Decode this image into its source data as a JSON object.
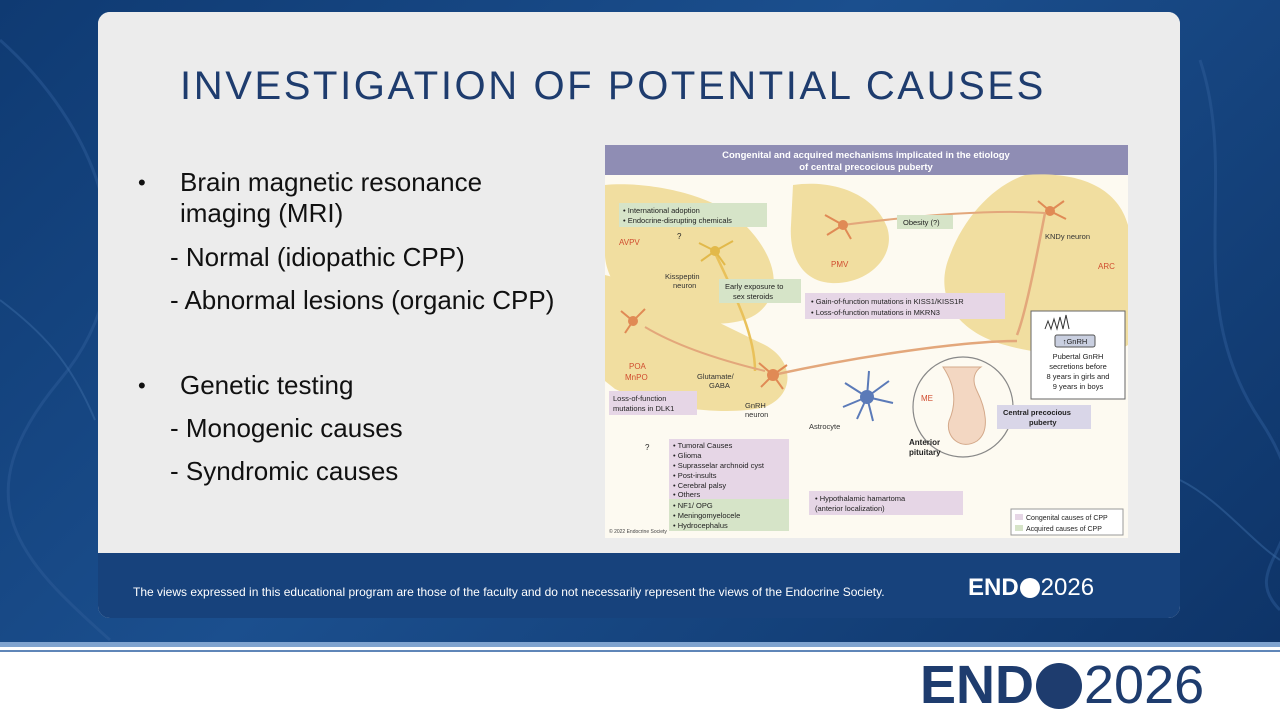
{
  "slide": {
    "title": "INVESTIGATION OF POTENTIAL CAUSES",
    "bullets": [
      {
        "text": "Brain magnetic resonance",
        "continuation": "imaging (MRI)",
        "subitems": [
          "- Normal (idiopathic CPP)",
          "- Abnormal lesions (organic CPP)"
        ]
      },
      {
        "text": "Genetic testing",
        "subitems": [
          "- Monogenic causes",
          "- Syndromic causes"
        ]
      }
    ],
    "bullet_symbol": "•"
  },
  "figure": {
    "title_line1": "Congenital and acquired mechanisms implicated in the etiology",
    "title_line2": "of central precocious puberty",
    "regions": {
      "avpv": "AVPV",
      "pmv": "PMV",
      "arc": "ARC",
      "poa1": "POA",
      "poa2": "MnPO",
      "me": "ME"
    },
    "neurons": {
      "kiss1": "Kisspeptin",
      "kiss2": "neuron",
      "kndy": "KNDy neuron",
      "gnrh1": "GnRH",
      "gnrh2": "neuron",
      "glu1": "Glutamate/",
      "glu2": "GABA",
      "astro": "Astrocyte"
    },
    "boxes": {
      "intl1": "• International adoption",
      "intl2": "• Endocrine-disrupting chemicals",
      "obesity": "Obesity (?)",
      "early1": "Early exposure to",
      "early2": "sex steroids",
      "gof1": "• Gain-of-function mutations in KISS1/KISS1R",
      "gof2": "• Loss-of-function mutations in MKRN3",
      "dlk1": "Loss-of-function",
      "dlk2": "mutations in DLK1",
      "tumor": [
        "• Tumoral Causes",
        "• Glioma",
        "• Suprasselar archnoid cyst",
        "• Post-insults",
        "• Cerebral palsy",
        "• Others"
      ],
      "nf1": [
        "• NF1/ OPG",
        "• Meningomyelocele",
        "• Hydrocephalus"
      ],
      "hamartoma1": "• Hypothalamic hamartoma",
      "hamartoma2": "(anterior localization)",
      "gnrh_pill": "↑GnRH",
      "pubertal": [
        "Pubertal GnRH",
        "secretions before",
        "8 years in girls and",
        "9 years in boys"
      ],
      "cpp1": "Central precocious",
      "cpp2": "puberty",
      "ant1": "Anterior",
      "ant2": "pituitary",
      "question": "?"
    },
    "legend": {
      "congenital": "Congenital causes of CPP",
      "acquired": "Acquired causes of CPP"
    },
    "copyright": "© 2022 Endocrine Society"
  },
  "footer": {
    "disclaimer": "The views expressed in this educational program are those of the faculty and do not necessarily represent the views of the Endocrine Society.",
    "logo_word": "END",
    "logo_year": "2026"
  },
  "colors": {
    "title": "#1e3c6e",
    "footer": "#17427c",
    "region": "#f1dea0",
    "congenital": "#e6d6e6",
    "acquired": "#d6e4c8"
  }
}
